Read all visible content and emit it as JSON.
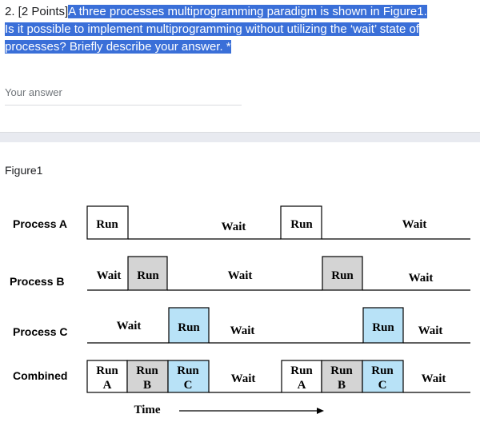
{
  "question": {
    "number": "2. [2 Points]",
    "line1": "A three processes multiprogramming paradigm is shown in Figure1.",
    "line2": "Is it possible to implement multiprogramming without utilizing the ‘wait’ state of",
    "line3": "processes? Briefly describe your answer.",
    "required_mark": "*"
  },
  "answer_placeholder": "Your answer",
  "figure_title": "Figure1",
  "diagram": {
    "labels": {
      "process_a": "Process A",
      "process_b": "Process B",
      "process_c": "Process C",
      "combined": "Combined"
    },
    "run": "Run",
    "wait": "Wait",
    "a": "A",
    "b": "B",
    "c": "C",
    "time": "Time",
    "colors": {
      "gray": "#d4d4d4",
      "blue": "#b8e2f7",
      "white": "#ffffff"
    }
  }
}
